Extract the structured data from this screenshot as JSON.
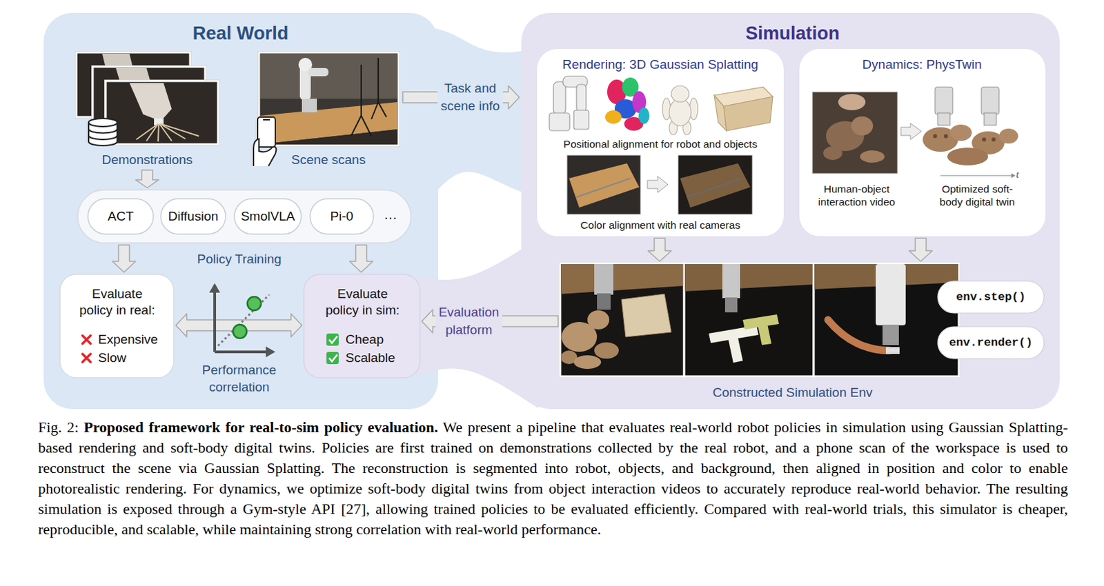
{
  "diagram": {
    "caption": "Fig. 2: Proposed framework for real-to-sim policy evaluation. We present a pipeline that evaluates real-world robot policies in simulation using Gaussian Splatting-based rendering and soft-body digital twins. Policies are first trained on demonstrations collected by the real robot, and a phone scan of the workspace is used to reconstruct the scene via Gaussian Splatting. The reconstruction is segmented into robot, objects, and background, then aligned in position and color to enable photorealistic rendering. For dynamics, we optimize soft-body digital twins from object interaction videos to accurately reproduce real-world behavior. The resulting simulation is exposed through a Gym-style API [27], allowing trained policies to be evaluated efficiently. Compared with real-world trials, this simulator is cheaper, reproducible, and scalable, while maintaining strong correlation with real-world performance.",
    "nodes": [
      {
        "text": [
          "Real World"
        ]
      },
      {
        "text": [
          "Demonstrations"
        ],
        "in": 0
      },
      {
        "text": [
          "Scene scans"
        ],
        "in": 0
      },
      {
        "text": [
          "Policy Training",
          "…"
        ],
        "in": 0
      },
      {
        "text": [
          "ACT"
        ],
        "in": 3
      },
      {
        "text": [
          "Diffusion"
        ],
        "in": 3
      },
      {
        "text": [
          "SmolVLA"
        ],
        "in": 3
      },
      {
        "text": [
          "Pi-0"
        ],
        "in": 3
      },
      {
        "text": [
          "Evaluate policy in real:",
          "Expensive",
          "Slow"
        ],
        "in": 0
      },
      {
        "text": [
          "Evaluate policy in sim:",
          "Cheap",
          "Scalable"
        ],
        "in": 0
      },
      {
        "text": [
          "Simulation"
        ]
      },
      {
        "text": [
          "Rendering: 3D Gaussian Splatting",
          "Positional alignment for robot and objects",
          "Color alignment with real cameras"
        ],
        "in": 10
      },
      {
        "text": [
          "Dynamics: PhysTwin",
          "Human-object interaction video",
          "Optimized soft-body digital twin"
        ],
        "in": 10
      },
      {
        "text": [
          "Constructed Simulation Env"
        ],
        "in": 10
      },
      {
        "text": [
          "env.step()"
        ],
        "in": 10
      },
      {
        "text": [
          "env.render()"
        ],
        "in": 10
      }
    ],
    "edges": [
      {
        "from": 1,
        "to": 3,
        "arrow": "to"
      },
      {
        "from": 3,
        "to": 8,
        "arrow": "to"
      },
      {
        "from": 3,
        "to": 9,
        "arrow": "to"
      },
      {
        "from": 8,
        "to": 9,
        "arrow": "both"
      },
      {
        "from": 2,
        "to": 10,
        "label": "Task and scene info",
        "arrow": "to"
      },
      {
        "from": 11,
        "to": 13,
        "arrow": "to"
      },
      {
        "from": 12,
        "to": 13,
        "arrow": "to"
      },
      {
        "from": 13,
        "to": 9,
        "label": "Evaluation platform",
        "arrow": "to"
      }
    ],
    "labels": [
      "Performance correlation",
      "t"
    ]
  }
}
